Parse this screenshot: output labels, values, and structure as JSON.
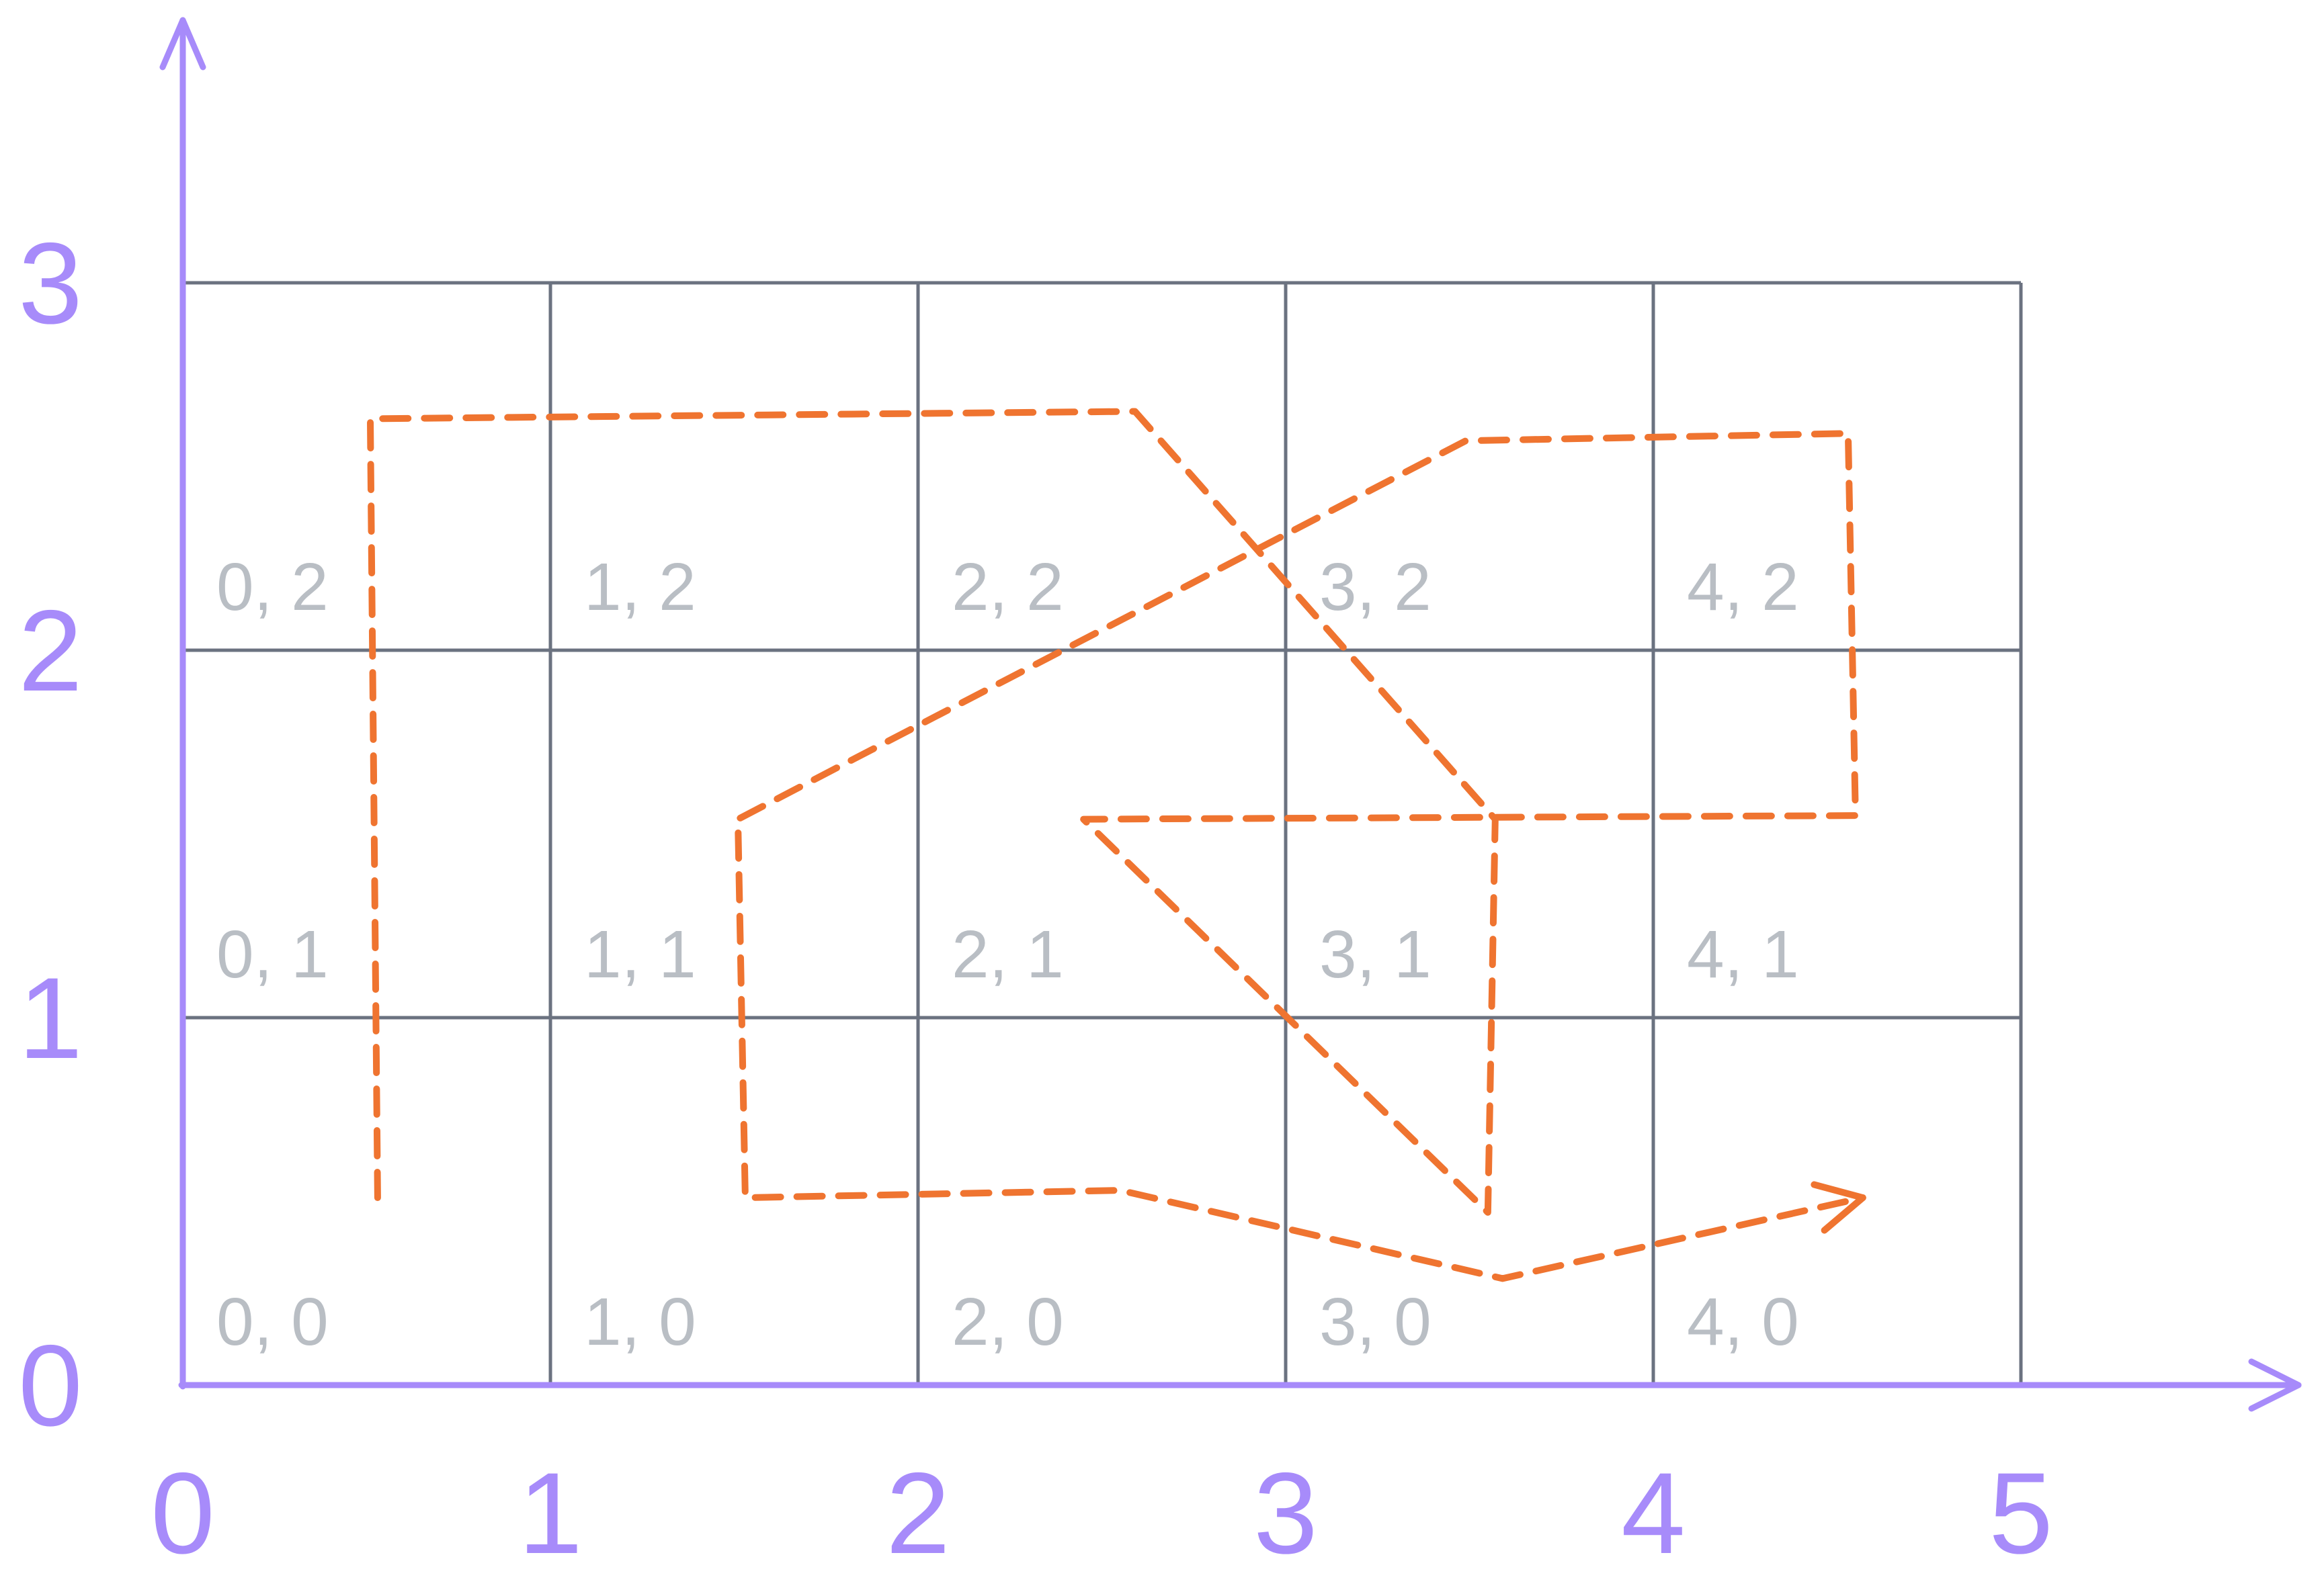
{
  "colors": {
    "background": "#ffffff",
    "axis": "#a78bfa",
    "grid": "#6b7280",
    "cell_label": "#b9bec4",
    "path": "#ef7430"
  },
  "x_axis": {
    "ticks": [
      "0",
      "1",
      "2",
      "3",
      "4",
      "5"
    ]
  },
  "y_axis": {
    "ticks": [
      "0",
      "1",
      "2",
      "3"
    ]
  },
  "grid": {
    "columns": 5,
    "rows": 3,
    "cells": [
      {
        "col": 0,
        "row": 0,
        "label": "0, 0"
      },
      {
        "col": 1,
        "row": 0,
        "label": "1, 0"
      },
      {
        "col": 2,
        "row": 0,
        "label": "2, 0"
      },
      {
        "col": 3,
        "row": 0,
        "label": "3, 0"
      },
      {
        "col": 4,
        "row": 0,
        "label": "4, 0"
      },
      {
        "col": 0,
        "row": 1,
        "label": "0, 1"
      },
      {
        "col": 1,
        "row": 1,
        "label": "1, 1"
      },
      {
        "col": 2,
        "row": 1,
        "label": "2, 1"
      },
      {
        "col": 3,
        "row": 1,
        "label": "3, 1"
      },
      {
        "col": 4,
        "row": 1,
        "label": "4, 1"
      },
      {
        "col": 0,
        "row": 2,
        "label": "0, 2"
      },
      {
        "col": 1,
        "row": 2,
        "label": "1, 2"
      },
      {
        "col": 2,
        "row": 2,
        "label": "2, 2"
      },
      {
        "col": 3,
        "row": 2,
        "label": "3, 2"
      },
      {
        "col": 4,
        "row": 2,
        "label": "4, 2"
      }
    ]
  },
  "path": {
    "style": "dashed",
    "arrow_at_end": true,
    "points": [
      [
        0.53,
        0.51
      ],
      [
        0.51,
        2.63
      ],
      [
        2.59,
        2.65
      ],
      [
        3.57,
        1.54
      ],
      [
        3.55,
        0.47
      ],
      [
        2.45,
        1.54
      ],
      [
        4.55,
        1.55
      ],
      [
        4.53,
        2.59
      ],
      [
        3.49,
        2.57
      ],
      [
        1.51,
        1.54
      ],
      [
        1.53,
        0.51
      ],
      [
        2.55,
        0.53
      ],
      [
        3.59,
        0.29
      ],
      [
        4.57,
        0.51
      ]
    ]
  }
}
